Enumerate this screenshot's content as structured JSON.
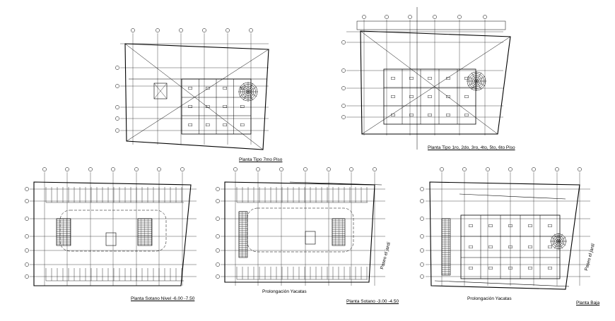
{
  "drawing": {
    "plans": [
      {
        "id": "plan-7mo",
        "title": "Planta Tipo 7mo Piso"
      },
      {
        "id": "plan-tipo",
        "title": "Planta Tipo 1ro, 2do, 3ro, 4to, 5to, 6to Piso"
      },
      {
        "id": "plan-sotano1",
        "title": "Planta Sotano Nivel -6.00 -7.50"
      },
      {
        "id": "plan-sotano2",
        "title": "Planta Sotano -3.00 -4.50"
      },
      {
        "id": "plan-baja",
        "title": "Planta Baja"
      }
    ],
    "street_labels": {
      "prolongacion_1": "Prolongación Yacatas",
      "prolongacion_2": "Prolongación Yacatas",
      "paseo_1": "Paseo el jardí",
      "paseo_2": "Paseo el jardí"
    }
  },
  "colors": {
    "ink": "#000000",
    "paper": "#ffffff"
  }
}
